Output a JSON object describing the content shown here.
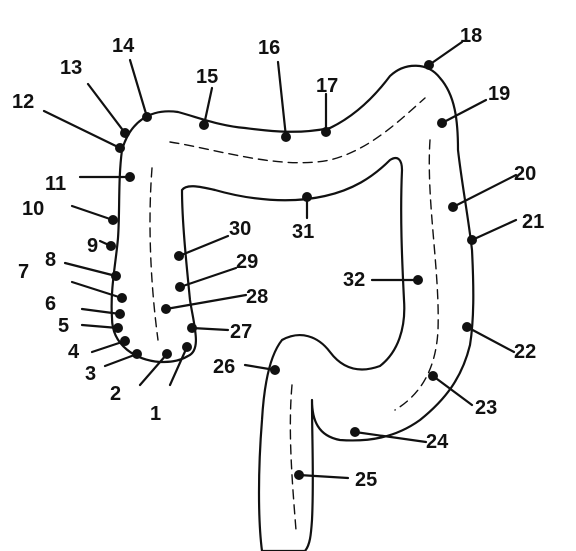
{
  "figure": {
    "background": "#ffffff",
    "ink": "#111111",
    "markers": [
      {
        "label": "1"
      },
      {
        "label": "2"
      },
      {
        "label": "3"
      },
      {
        "label": "4"
      },
      {
        "label": "5"
      },
      {
        "label": "6"
      },
      {
        "label": "7"
      },
      {
        "label": "8"
      },
      {
        "label": "9"
      },
      {
        "label": "10"
      },
      {
        "label": "11"
      },
      {
        "label": "12"
      },
      {
        "label": "13"
      },
      {
        "label": "14"
      },
      {
        "label": "15"
      },
      {
        "label": "16"
      },
      {
        "label": "17"
      },
      {
        "label": "18"
      },
      {
        "label": "19"
      },
      {
        "label": "20"
      },
      {
        "label": "21"
      },
      {
        "label": "22"
      },
      {
        "label": "23"
      },
      {
        "label": "24"
      },
      {
        "label": "25"
      },
      {
        "label": "26"
      },
      {
        "label": "27"
      },
      {
        "label": "28"
      },
      {
        "label": "29"
      },
      {
        "label": "30"
      },
      {
        "label": "31"
      },
      {
        "label": "32"
      }
    ]
  }
}
